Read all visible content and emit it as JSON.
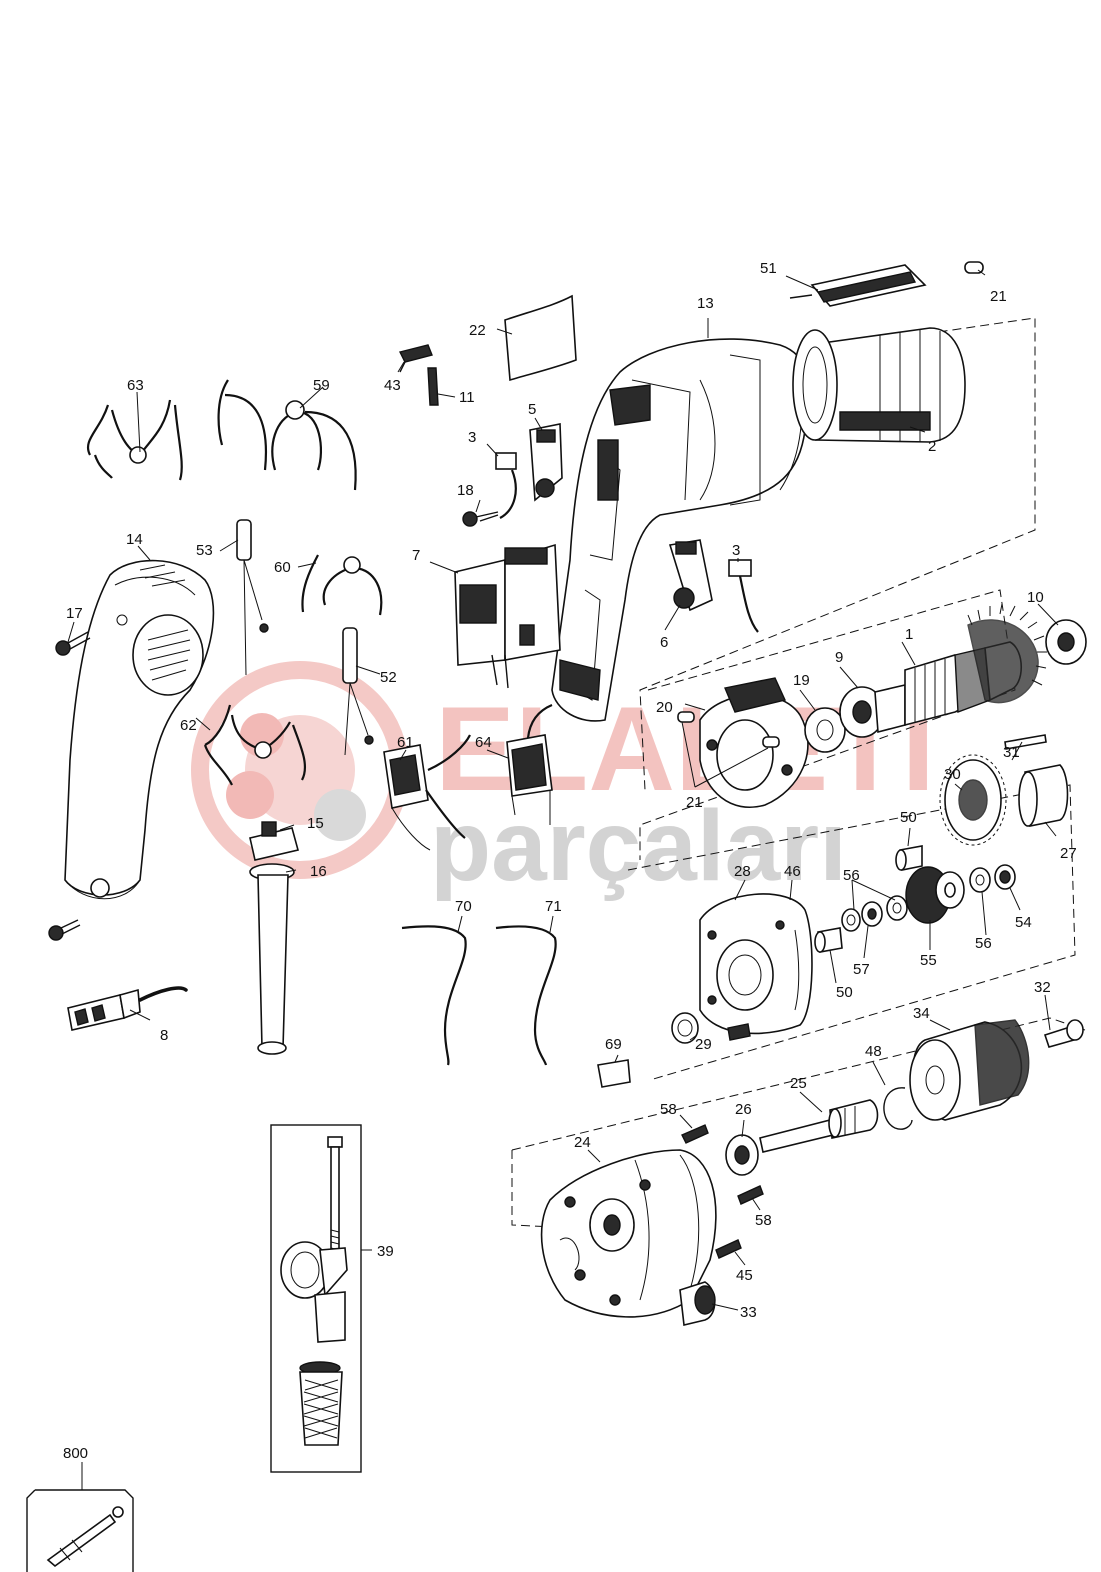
{
  "watermark": {
    "line1": "ELALETI",
    "line2": "parçaları",
    "color_red": "#f2b9b6",
    "color_gray": "#c9c9c9"
  },
  "labels": {
    "p1": "1",
    "p2": "2",
    "p3a": "3",
    "p3b": "3",
    "p5": "5",
    "p6": "6",
    "p7": "7",
    "p8": "8",
    "p9": "9",
    "p10": "10",
    "p11": "11",
    "p13": "13",
    "p14": "14",
    "p15": "15",
    "p16": "16",
    "p17": "17",
    "p18": "18",
    "p19": "19",
    "p20": "20",
    "p21a": "21",
    "p21b": "21",
    "p22": "22",
    "p24": "24",
    "p25": "25",
    "p26": "26",
    "p27": "27",
    "p28": "28",
    "p29": "29",
    "p30": "30",
    "p31": "31",
    "p32": "32",
    "p33": "33",
    "p34": "34",
    "p39": "39",
    "p43": "43",
    "p45": "45",
    "p46": "46",
    "p48": "48",
    "p50a": "50",
    "p50b": "50",
    "p51": "51",
    "p52": "52",
    "p53": "53",
    "p54": "54",
    "p55": "55",
    "p56a": "56",
    "p56b": "56",
    "p57": "57",
    "p58a": "58",
    "p58b": "58",
    "p59": "59",
    "p60": "60",
    "p61": "61",
    "p62": "62",
    "p63": "63",
    "p64": "64",
    "p69": "69",
    "p70": "70",
    "p71": "71",
    "p800": "800"
  }
}
